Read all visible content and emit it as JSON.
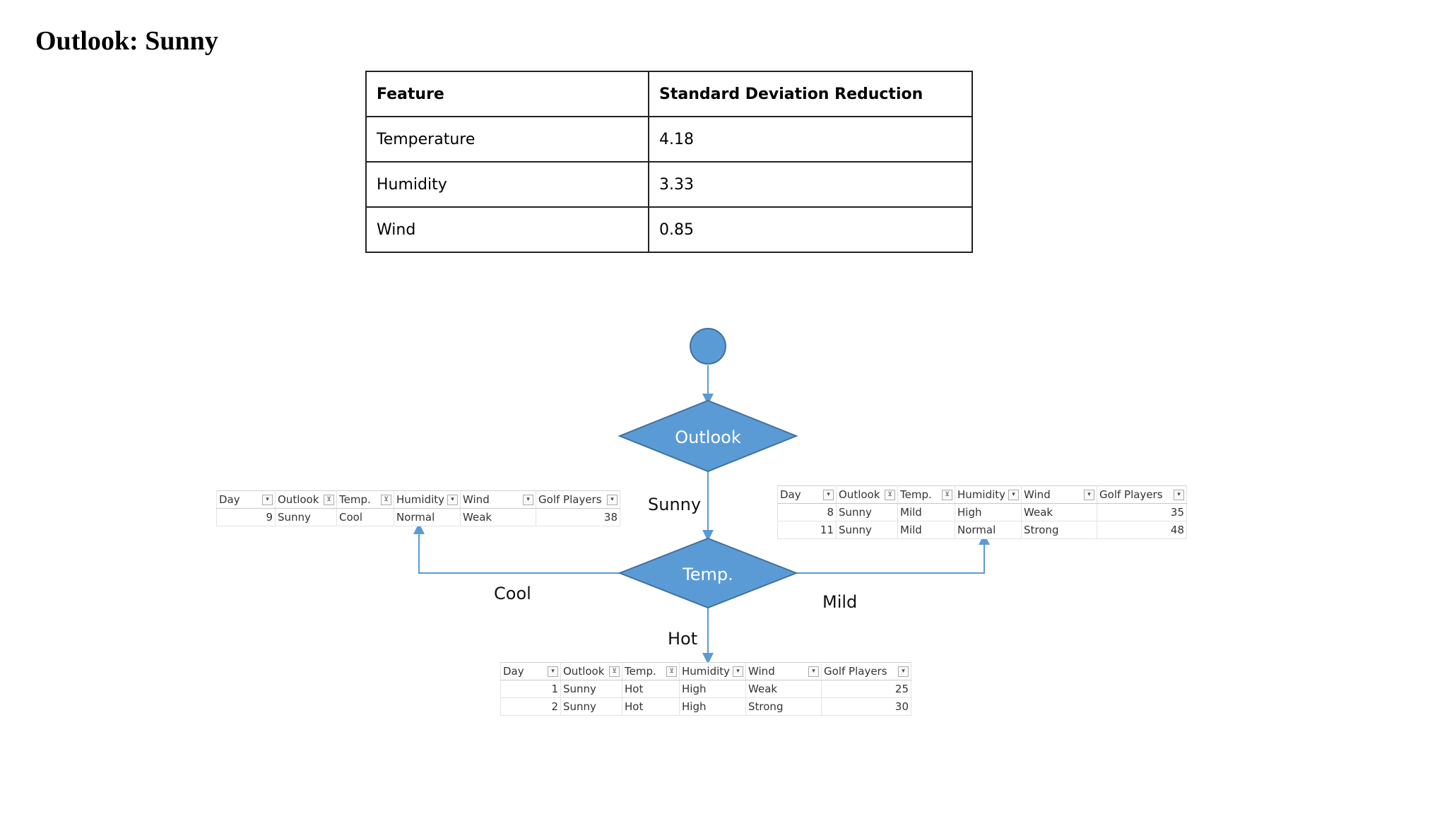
{
  "title": "Outlook: Sunny",
  "sdr_table": {
    "headers": [
      "Feature",
      "Standard Deviation Reduction"
    ],
    "rows": [
      [
        "Temperature",
        "4.18"
      ],
      [
        "Humidity",
        "3.33"
      ],
      [
        "Wind",
        "0.85"
      ]
    ]
  },
  "diagram": {
    "node_color": "#5B9BD5",
    "nodes": {
      "outlook": "Outlook",
      "temp": "Temp."
    },
    "edges": {
      "sunny": "Sunny",
      "cool": "Cool",
      "mild": "Mild",
      "hot": "Hot"
    },
    "column_headers": [
      "Day",
      "Outlook",
      "Temp.",
      "Humidity",
      "Wind",
      "Golf Players"
    ],
    "column_filter_icons": [
      "▾",
      "⊻",
      "⊻",
      "▾",
      "▾",
      "▾"
    ],
    "tables": {
      "cool": {
        "rows": [
          [
            "9",
            "Sunny",
            "Cool",
            "Normal",
            "Weak",
            "38"
          ]
        ]
      },
      "mild": {
        "rows": [
          [
            "8",
            "Sunny",
            "Mild",
            "High",
            "Weak",
            "35"
          ],
          [
            "11",
            "Sunny",
            "Mild",
            "Normal",
            "Strong",
            "48"
          ]
        ]
      },
      "hot": {
        "rows": [
          [
            "1",
            "Sunny",
            "Hot",
            "High",
            "Weak",
            "25"
          ],
          [
            "2",
            "Sunny",
            "Hot",
            "High",
            "Strong",
            "30"
          ]
        ]
      }
    }
  }
}
